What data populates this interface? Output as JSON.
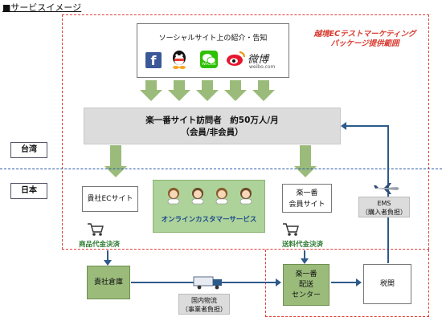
{
  "heading": "■サービスイメージ",
  "scope_title_line1": "越境ECテストマーケティング",
  "scope_title_line2": "パッケージ提供範囲",
  "social": {
    "title": "ソーシャルサイト上の紹介・告知",
    "weibo_text": "微博",
    "weibo_sub": "weibo.com",
    "wechat_label": "WeChat",
    "icons": [
      "facebook-icon",
      "qq-icon",
      "wechat-icon",
      "weibo-icon"
    ]
  },
  "visitors_line1": "楽一番サイト訪問者　約50万人/月",
  "visitors_line2": "（会員/非会員）",
  "regions": {
    "taiwan": "台湾",
    "japan": "日本"
  },
  "nodes": {
    "company_ec": "貴社ECサイト",
    "rakuichiban_site_line1": "楽一番",
    "rakuichiban_site_line2": "会員サイト",
    "company_warehouse": "貴社倉庫",
    "delivery_center_line1": "楽一番",
    "delivery_center_line2": "配送",
    "delivery_center_line3": "センター",
    "customs": "税関",
    "customer_service": "オンラインカスタマーサービス"
  },
  "payments": {
    "cod": "商品代金決済",
    "shipping": "送料代金決済"
  },
  "shipping": {
    "ems_line1": "EMS",
    "ems_line2": "（購入者負担）",
    "domestic_line1": "国内物流",
    "domestic_line2": "（事業者負担）"
  },
  "colors": {
    "scope_border": "#e0403a",
    "scope_text": "#d93a2f",
    "green_arrow": "#9bbb7b",
    "flow_arrow": "#2e5a8a",
    "divider": "#2a5aa8",
    "pay_text": "#2e7d32"
  }
}
